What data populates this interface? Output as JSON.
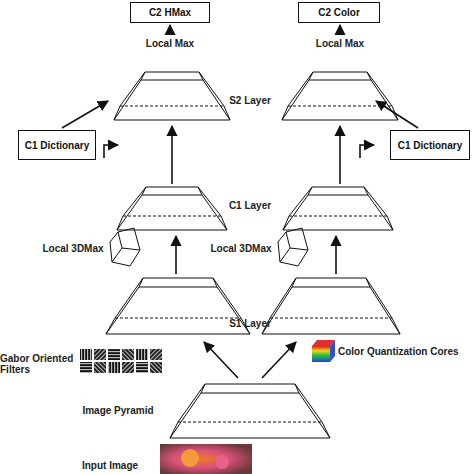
{
  "diagram": {
    "nodes": [
      {
        "text": [
          "C2 HMax"
        ]
      },
      {
        "text": [
          "C2 Color"
        ]
      },
      {
        "text": [
          "C1 Dictionary"
        ]
      },
      {
        "text": [
          "C1 Dictionary"
        ]
      }
    ],
    "labels": [
      "Local Max",
      "Local Max",
      "S2 Layer",
      "C1 Layer",
      "Local 3DMax",
      "Local 3DMax",
      "S1 Layer",
      "Gabor Oriented Filters",
      "Color Quantization Cores",
      "Image Pyramid",
      "Input Image"
    ]
  }
}
